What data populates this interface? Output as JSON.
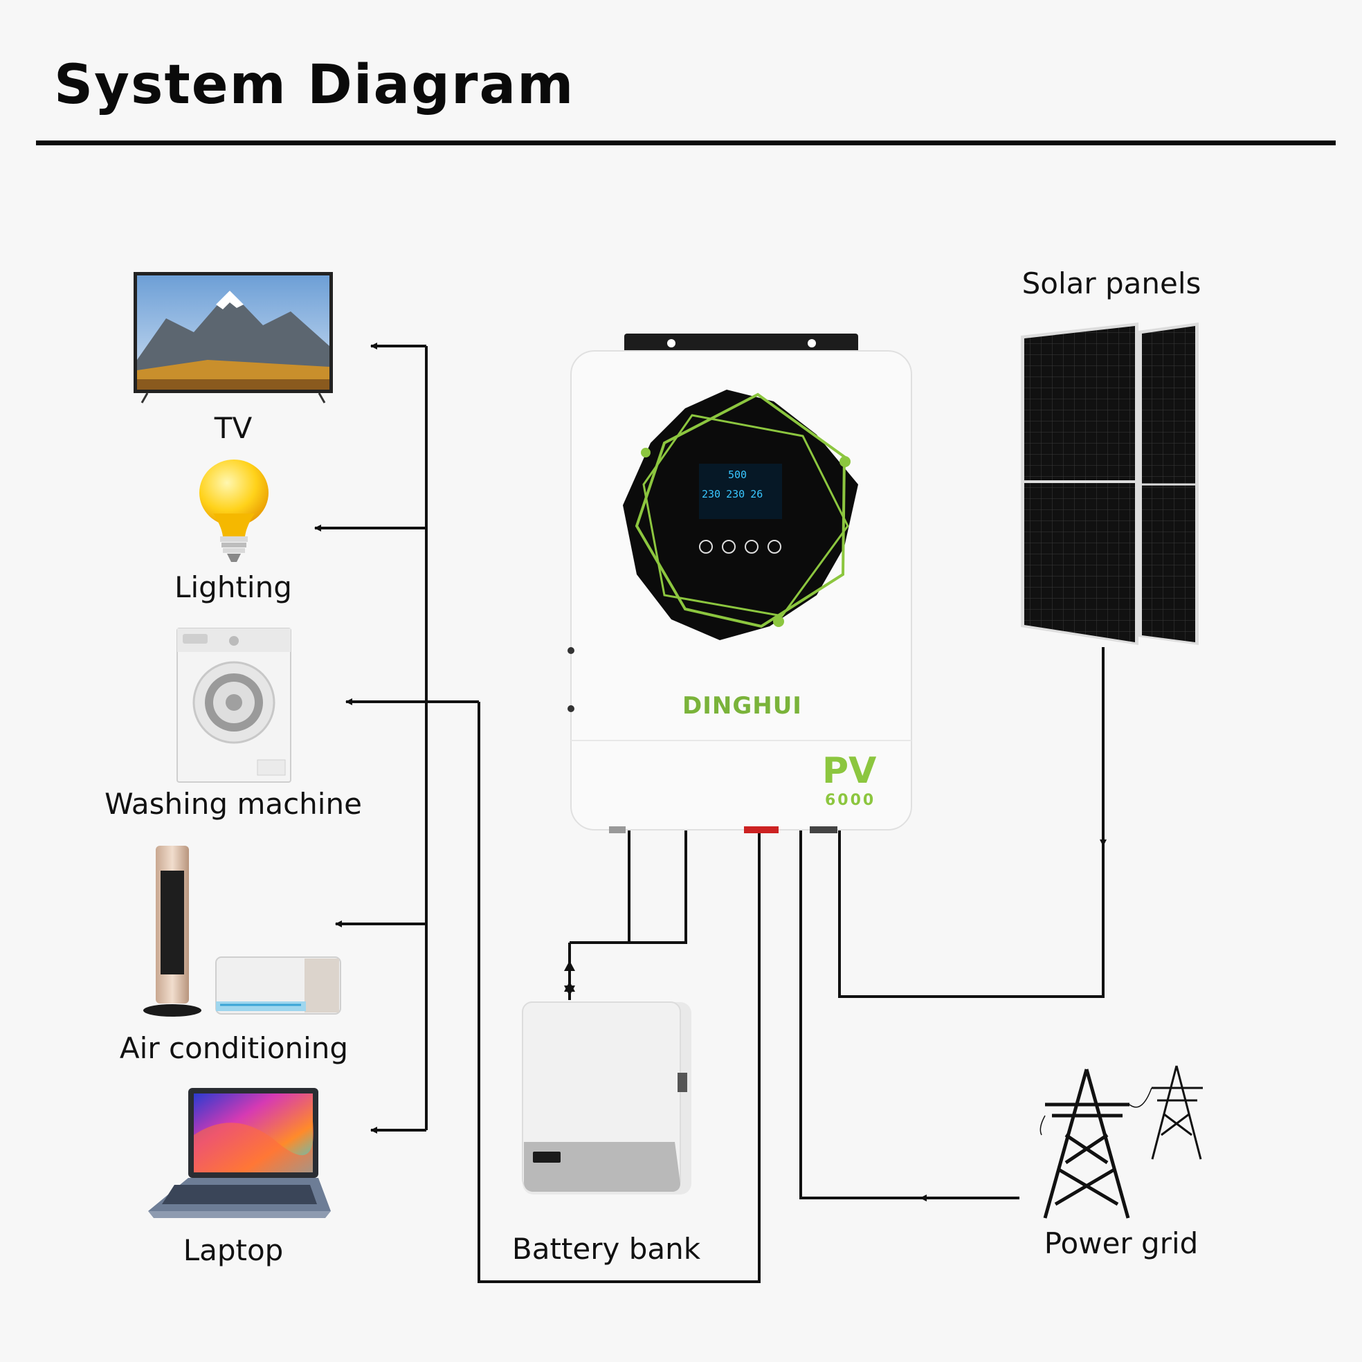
{
  "title": "System Diagram",
  "loads": {
    "tv": "TV",
    "lighting": "Lighting",
    "washing_machine": "Washing machine",
    "air_conditioning": "Air conditioning",
    "laptop": "Laptop"
  },
  "sources": {
    "solar_panels": "Solar panels",
    "battery_bank": "Battery bank",
    "power_grid": "Power grid"
  },
  "inverter": {
    "brand": "DINGHUI",
    "model_prefix": "PV",
    "model_number": "6000",
    "lcd_top": "500",
    "lcd_values": [
      "230",
      "230",
      "26"
    ]
  },
  "colors": {
    "accent_green": "#8cc63f",
    "line": "#111111"
  }
}
